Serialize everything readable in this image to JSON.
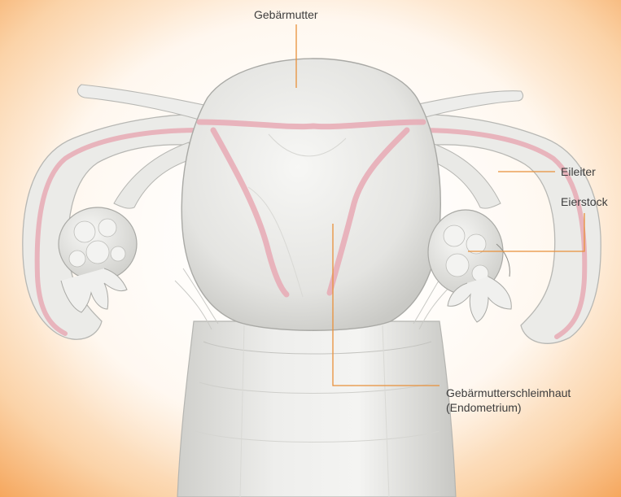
{
  "labels": {
    "uterus": "Gebärmutter",
    "fallopian_tube": "Eileiter",
    "ovary": "Eierstock",
    "endometrium_line1": "Gebärmutterschleimhaut",
    "endometrium_line2": "(Endometrium)"
  },
  "colors": {
    "leader_line": "#e8903a",
    "background_glow": "#f7b06b",
    "tissue": "#ededeb",
    "tissue_shadow": "#b9b9b6",
    "lining": "#e8a9b4",
    "label_text": "#3d3d3d"
  }
}
